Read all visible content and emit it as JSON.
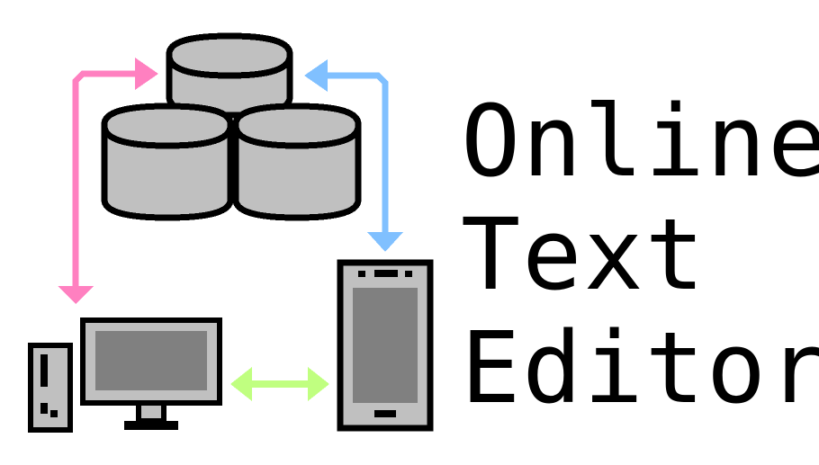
{
  "title": {
    "lines": [
      "Online",
      "Text",
      "Editor"
    ]
  },
  "icons": {
    "database": "database-cluster-icon",
    "desktop": "desktop-computer-icon",
    "phone": "smartphone-icon",
    "sync_desktop": "bidirectional-arrow-icon",
    "sync_phone": "bidirectional-arrow-icon",
    "sync_devices": "bidirectional-arrow-icon"
  },
  "colors": {
    "outline": "#000000",
    "body_gray": "#c0c0c0",
    "screen_gray": "#808080",
    "arrow_pink": "#ff80c0",
    "arrow_blue": "#80c0ff",
    "arrow_green": "#c0ff80"
  }
}
